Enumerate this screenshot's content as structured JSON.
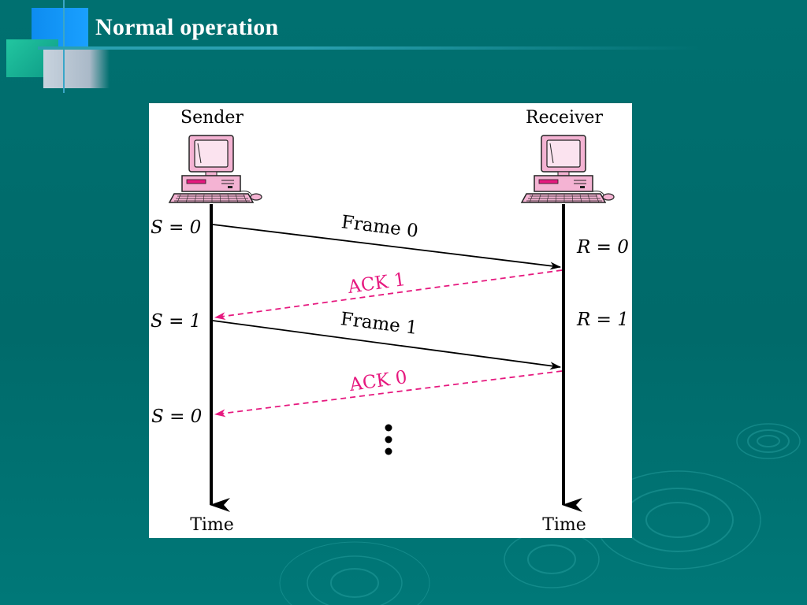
{
  "slide": {
    "title": "Normal operation"
  },
  "diagram": {
    "sender_label": "Sender",
    "receiver_label": "Receiver",
    "time_label_left": "Time",
    "time_label_right": "Time",
    "state_labels": {
      "s0_first": "S = 0",
      "s1": "S = 1",
      "s0_second": "S = 0",
      "r0": "R = 0",
      "r1": "R = 1"
    },
    "messages": {
      "frame0": "Frame 0",
      "ack1": "ACK 1",
      "frame1": "Frame 1",
      "ack0": "ACK 0"
    },
    "colors": {
      "ack": "#e6197f",
      "frame": "#000000",
      "computer_pink": "#f09cc6",
      "computer_outline": "#222222"
    }
  },
  "theme": {
    "background": "#007070",
    "title_color": "#ffffff"
  }
}
